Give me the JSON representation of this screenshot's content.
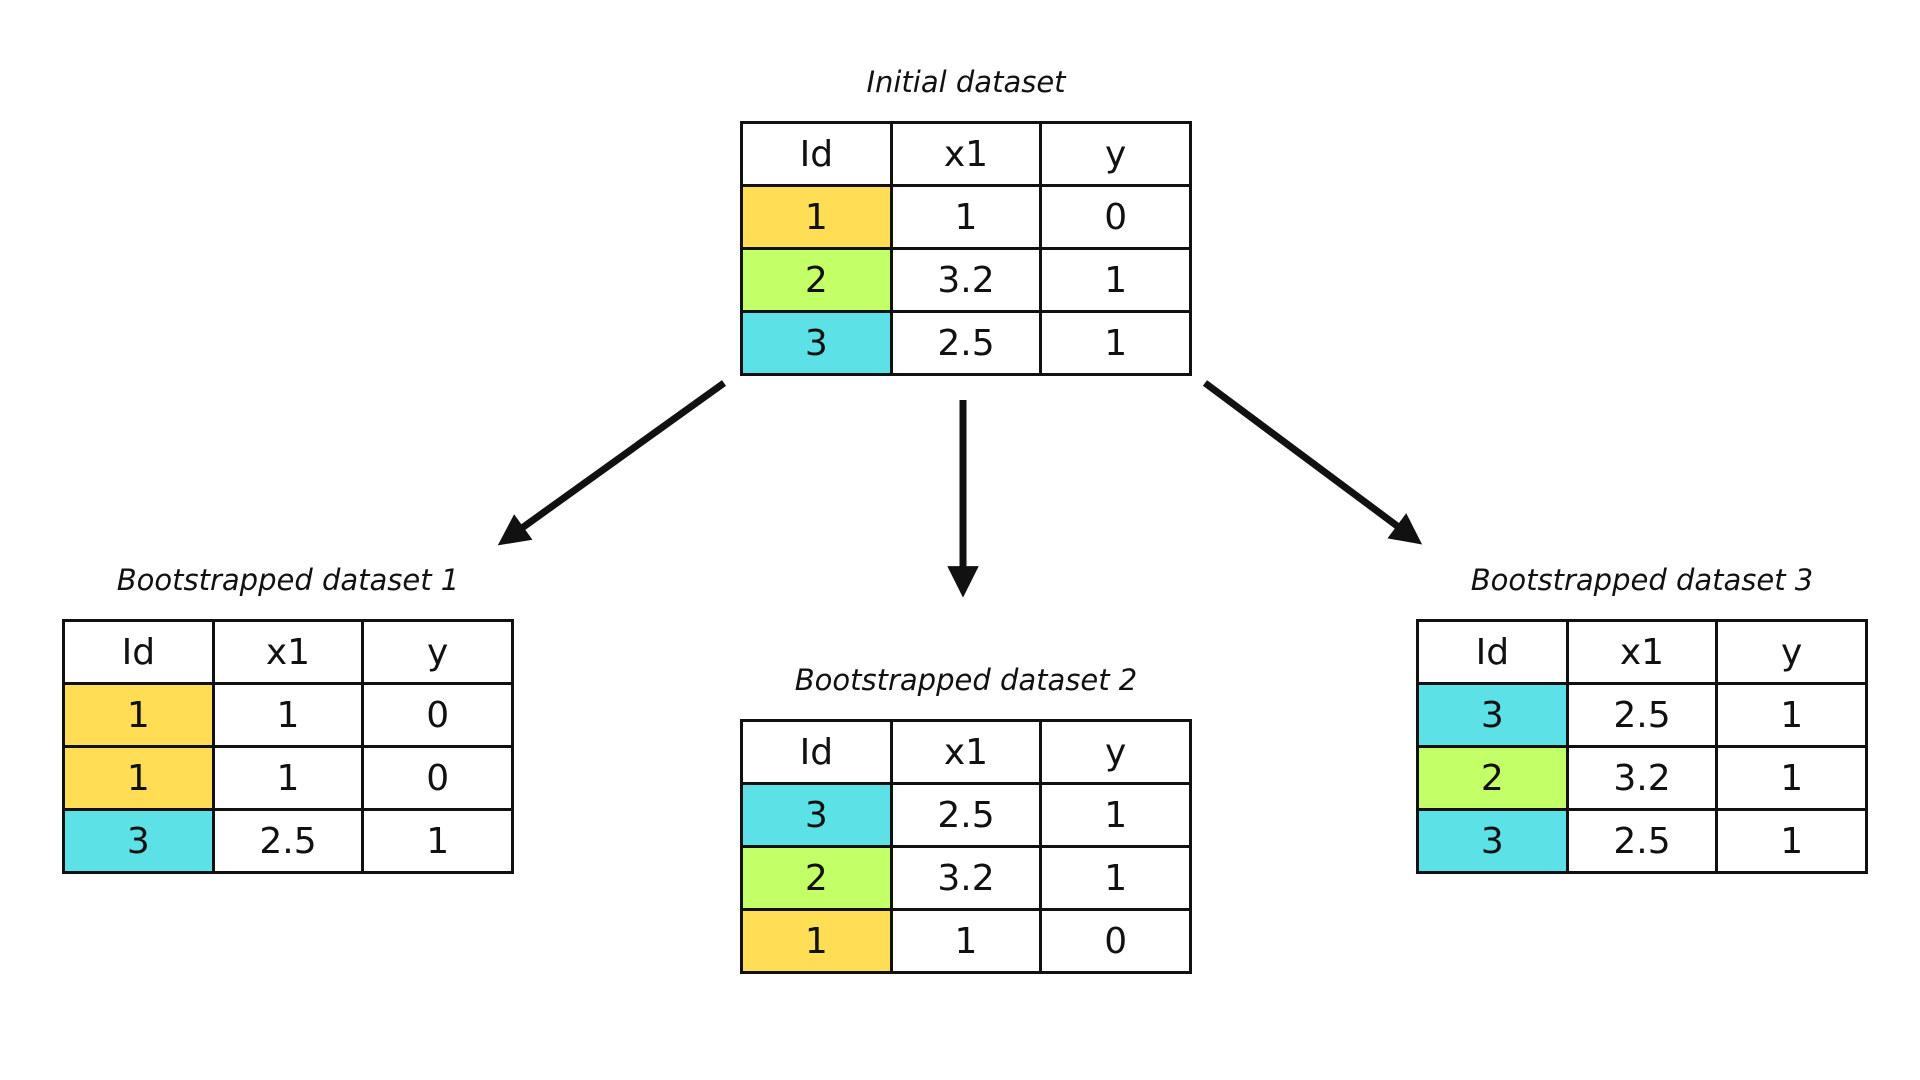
{
  "colors": {
    "id_1": "#ffdd55",
    "id_2": "#c3ff66",
    "id_3": "#5ce1e6",
    "border": "#111111"
  },
  "tables": [
    {
      "title": "Initial dataset",
      "header": [
        "Id",
        "x1",
        "y"
      ],
      "rows": [
        [
          "1",
          "1",
          "0"
        ],
        [
          "2",
          "3.2",
          "1"
        ],
        [
          "3",
          "2.5",
          "1"
        ]
      ]
    },
    {
      "title": "Bootstrapped dataset 1",
      "header": [
        "Id",
        "x1",
        "y"
      ],
      "rows": [
        [
          "1",
          "1",
          "0"
        ],
        [
          "1",
          "1",
          "0"
        ],
        [
          "3",
          "2.5",
          "1"
        ]
      ]
    },
    {
      "title": "Bootstrapped dataset 2",
      "header": [
        "Id",
        "x1",
        "y"
      ],
      "rows": [
        [
          "3",
          "2.5",
          "1"
        ],
        [
          "2",
          "3.2",
          "1"
        ],
        [
          "1",
          "1",
          "0"
        ]
      ]
    },
    {
      "title": "Bootstrapped dataset 3",
      "header": [
        "Id",
        "x1",
        "y"
      ],
      "rows": [
        [
          "3",
          "2.5",
          "1"
        ],
        [
          "2",
          "3.2",
          "1"
        ],
        [
          "3",
          "2.5",
          "1"
        ]
      ]
    }
  ],
  "arrows": [
    {
      "from": "Initial dataset",
      "to": "Bootstrapped dataset 1"
    },
    {
      "from": "Initial dataset",
      "to": "Bootstrapped dataset 2"
    },
    {
      "from": "Initial dataset",
      "to": "Bootstrapped dataset 3"
    }
  ]
}
